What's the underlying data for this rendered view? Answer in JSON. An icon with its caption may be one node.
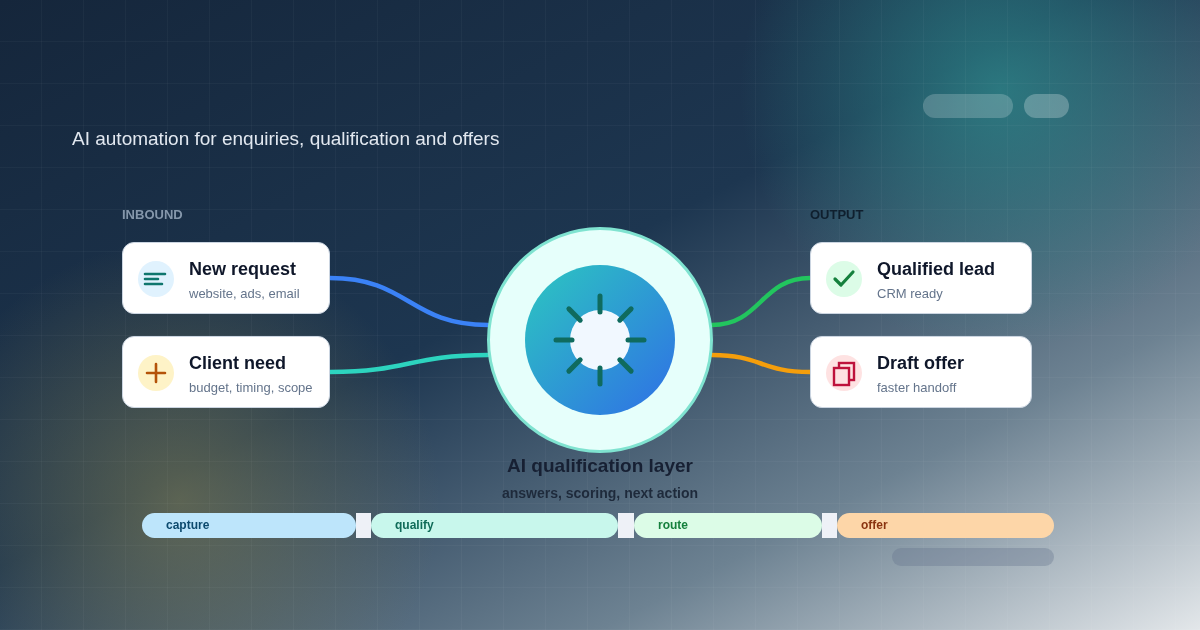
{
  "diagram": {
    "nodes": [
      {
        "text": [
          "New request",
          "website, ads, email"
        ]
      },
      {
        "text": [
          "Client need",
          "budget, timing, scope"
        ]
      },
      {
        "text": [
          "AI qualification layer",
          "answers, scoring, next action"
        ]
      },
      {
        "text": [
          "Qualified lead",
          "CRM ready"
        ]
      },
      {
        "text": [
          "Draft offer",
          "faster handoff"
        ]
      },
      {
        "text": [
          "capture"
        ]
      },
      {
        "text": [
          "qualify"
        ]
      },
      {
        "text": [
          "route"
        ]
      },
      {
        "text": [
          "offer"
        ]
      }
    ],
    "edges": [
      {
        "from": 0,
        "to": 2,
        "arrow": "none",
        "color": "#3b82f6"
      },
      {
        "from": 1,
        "to": 2,
        "arrow": "none",
        "color": "#2dd4bf"
      },
      {
        "from": 2,
        "to": 3,
        "arrow": "none",
        "color": "#22c55e"
      },
      {
        "from": 2,
        "to": 4,
        "arrow": "none",
        "color": "#f59e0b"
      }
    ],
    "labels": [
      "AI automation for enquiries, qualification and offers",
      "INBOUND",
      "OUTPUT"
    ]
  }
}
